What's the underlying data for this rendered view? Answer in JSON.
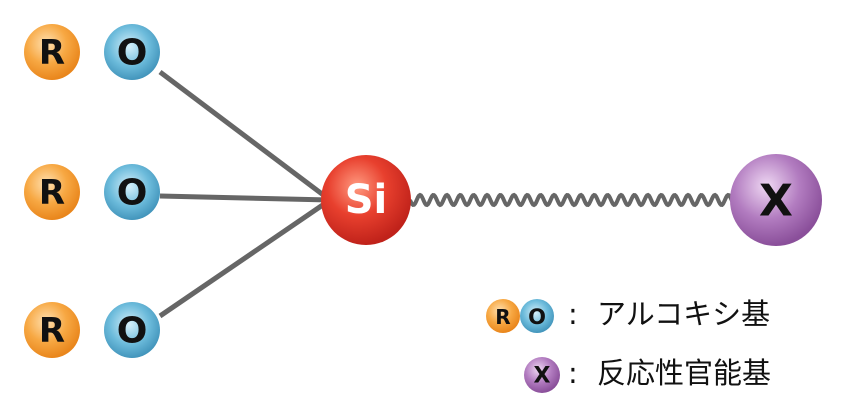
{
  "diagram": {
    "groups": [
      {
        "r_label": "R",
        "o_label": "O"
      },
      {
        "r_label": "R",
        "o_label": "O"
      },
      {
        "r_label": "R",
        "o_label": "O"
      }
    ],
    "center_label": "Si",
    "functional_label": "X",
    "colors": {
      "r": "#f39a2c",
      "o": "#4aa3c8",
      "si": "#e0352a",
      "x": "#9a5aa8",
      "bond": "#666666"
    }
  },
  "legend": {
    "items": [
      {
        "symbol_r": "R",
        "symbol_o": "O",
        "separator": ":",
        "text": "アルコキシ基"
      },
      {
        "symbol_x": "X",
        "separator": ":",
        "text": "反応性官能基"
      }
    ]
  }
}
